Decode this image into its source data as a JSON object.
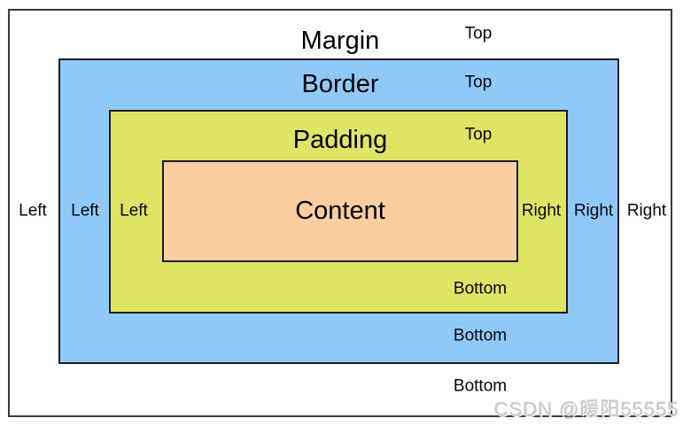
{
  "diagram": {
    "margin": {
      "title": "Margin",
      "top": "Top",
      "left": "Left",
      "right": "Right",
      "bottom": "Bottom"
    },
    "border": {
      "title": "Border",
      "top": "Top",
      "left": "Left",
      "right": "Right",
      "bottom": "Bottom"
    },
    "padding": {
      "title": "Padding",
      "top": "Top",
      "left": "Left",
      "right": "Right",
      "bottom": "Bottom"
    },
    "content": {
      "title": "Content"
    },
    "colors": {
      "margin_bg": "#FFFFFF",
      "border_bg": "#90C9F8",
      "padding_bg": "#E0E464",
      "content_bg": "#FBCEA0",
      "outline": "#1C1C1C",
      "watermark": "#CBCBCB"
    }
  },
  "watermark": "CSDN @暖阳55555"
}
